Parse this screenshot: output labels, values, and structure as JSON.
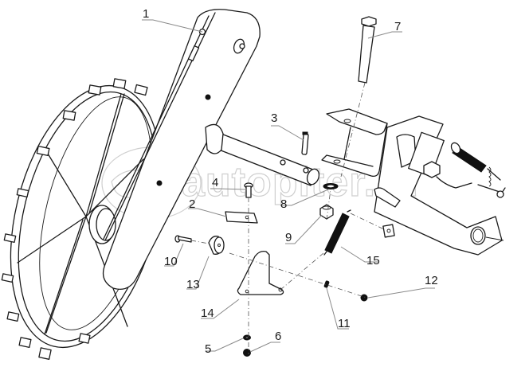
{
  "diagram": {
    "type": "exploded-parts-assembly",
    "subject": "wheel and frame assembly",
    "watermark": "autopiter.ru",
    "callouts": [
      {
        "id": "1",
        "label": "1"
      },
      {
        "id": "2",
        "label": "2"
      },
      {
        "id": "3",
        "label": "3"
      },
      {
        "id": "4",
        "label": "4"
      },
      {
        "id": "5",
        "label": "5"
      },
      {
        "id": "6",
        "label": "6"
      },
      {
        "id": "7",
        "label": "7"
      },
      {
        "id": "8",
        "label": "8"
      },
      {
        "id": "9",
        "label": "9"
      },
      {
        "id": "10",
        "label": "10"
      },
      {
        "id": "11",
        "label": "11"
      },
      {
        "id": "12",
        "label": "12"
      },
      {
        "id": "13",
        "label": "13"
      },
      {
        "id": "14",
        "label": "14"
      },
      {
        "id": "15",
        "label": "15"
      }
    ],
    "colors": {
      "line": "#1a1a1a",
      "leader": "#8a8a8a",
      "watermark": "#cfcfcf",
      "background": "#ffffff"
    }
  }
}
